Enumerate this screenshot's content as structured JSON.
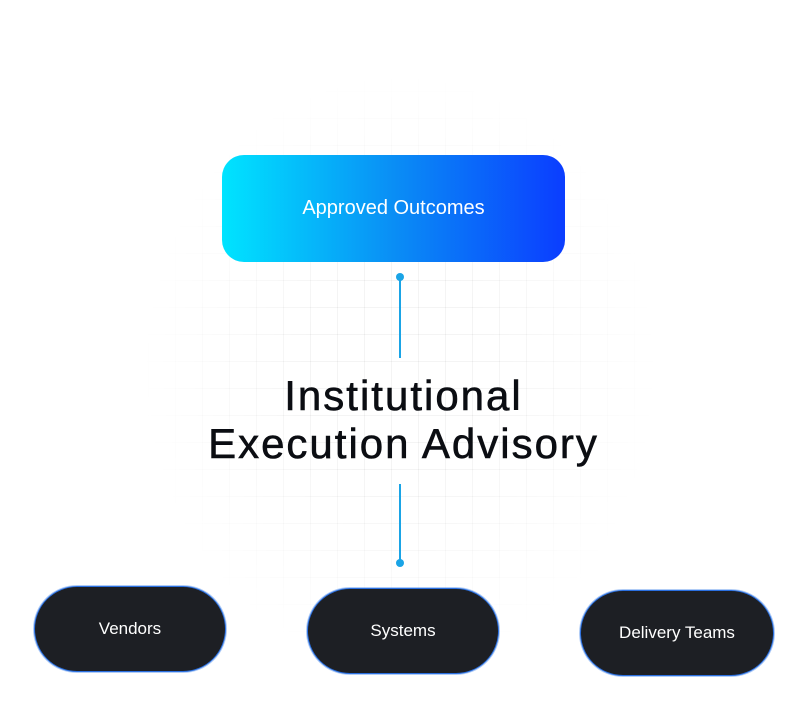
{
  "top_node": {
    "label": "Approved Outcomes"
  },
  "title": {
    "line1": "Institutional",
    "line2": "Execution Advisory"
  },
  "bottom_nodes": [
    {
      "label": "Vendors"
    },
    {
      "label": "Systems"
    },
    {
      "label": "Delivery Teams"
    }
  ],
  "colors": {
    "gradient_start": "#00e4ff",
    "gradient_end": "#0b3dff",
    "connector": "#1aa4e6",
    "pill_fill": "#1d1f24",
    "pill_border": "#2a6fe0"
  }
}
